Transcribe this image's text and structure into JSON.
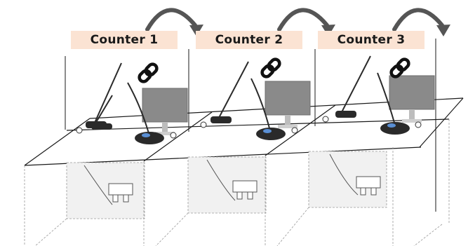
{
  "counters": [
    {
      "label": "Counter 1"
    },
    {
      "label": "Counter 2"
    },
    {
      "label": "Counter 3"
    }
  ],
  "icons": [
    "curved-arrow-icon",
    "link-icon",
    "gooseneck-microphone-icon",
    "desk-speaker-unit-icon",
    "monitor-icon",
    "power-adapter-icon"
  ],
  "colors": {
    "label_background": "#fbe3d3",
    "label_text": "#1a1a1a",
    "arrow": "#555555",
    "line": "#1a1a1a",
    "monitor": "#8a8a8a",
    "device": "#2a2a2a",
    "under_area": "#d8d8d8"
  }
}
